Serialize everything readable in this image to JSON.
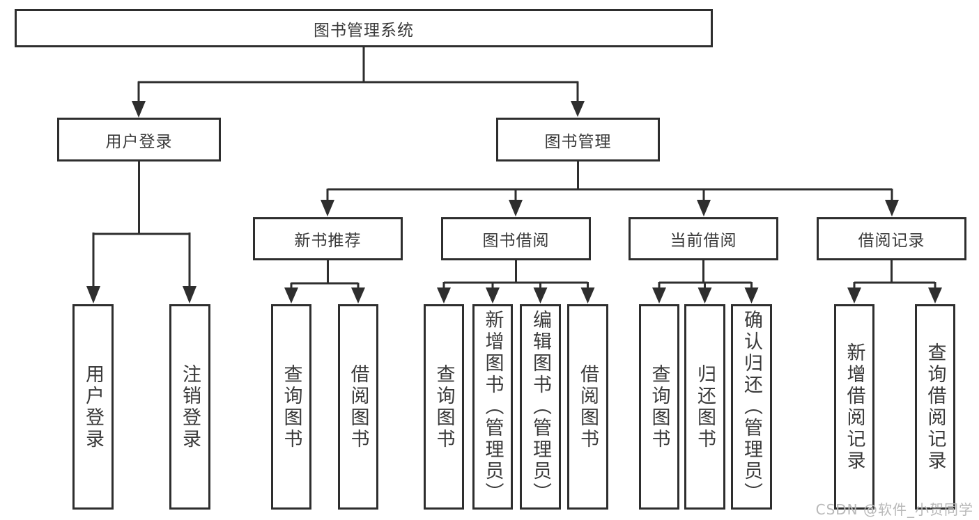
{
  "tree": {
    "root": {
      "label": "图书管理系统"
    },
    "branches": [
      {
        "label": "用户登录",
        "leaves": [
          "用户登录",
          "注销登录"
        ]
      },
      {
        "label": "图书管理",
        "groups": [
          {
            "label": "新书推荐",
            "leaves": [
              "查询图书",
              "借阅图书"
            ]
          },
          {
            "label": "图书借阅",
            "leaves": [
              "查询图书",
              "新增图书（管理员）",
              "编辑图书（管理员）",
              "借阅图书"
            ]
          },
          {
            "label": "当前借阅",
            "leaves": [
              "查询图书",
              "归还图书",
              "确认归还（管理员）"
            ]
          },
          {
            "label": "借阅记录",
            "leaves": [
              "新增借阅记录",
              "查询借阅记录"
            ]
          }
        ]
      }
    ]
  },
  "colors": {
    "line": "#2e2e2e",
    "text": "#3a3a3a",
    "watermark": "#b8b8b8"
  },
  "watermark": "CSDN @软件_小贺同学"
}
